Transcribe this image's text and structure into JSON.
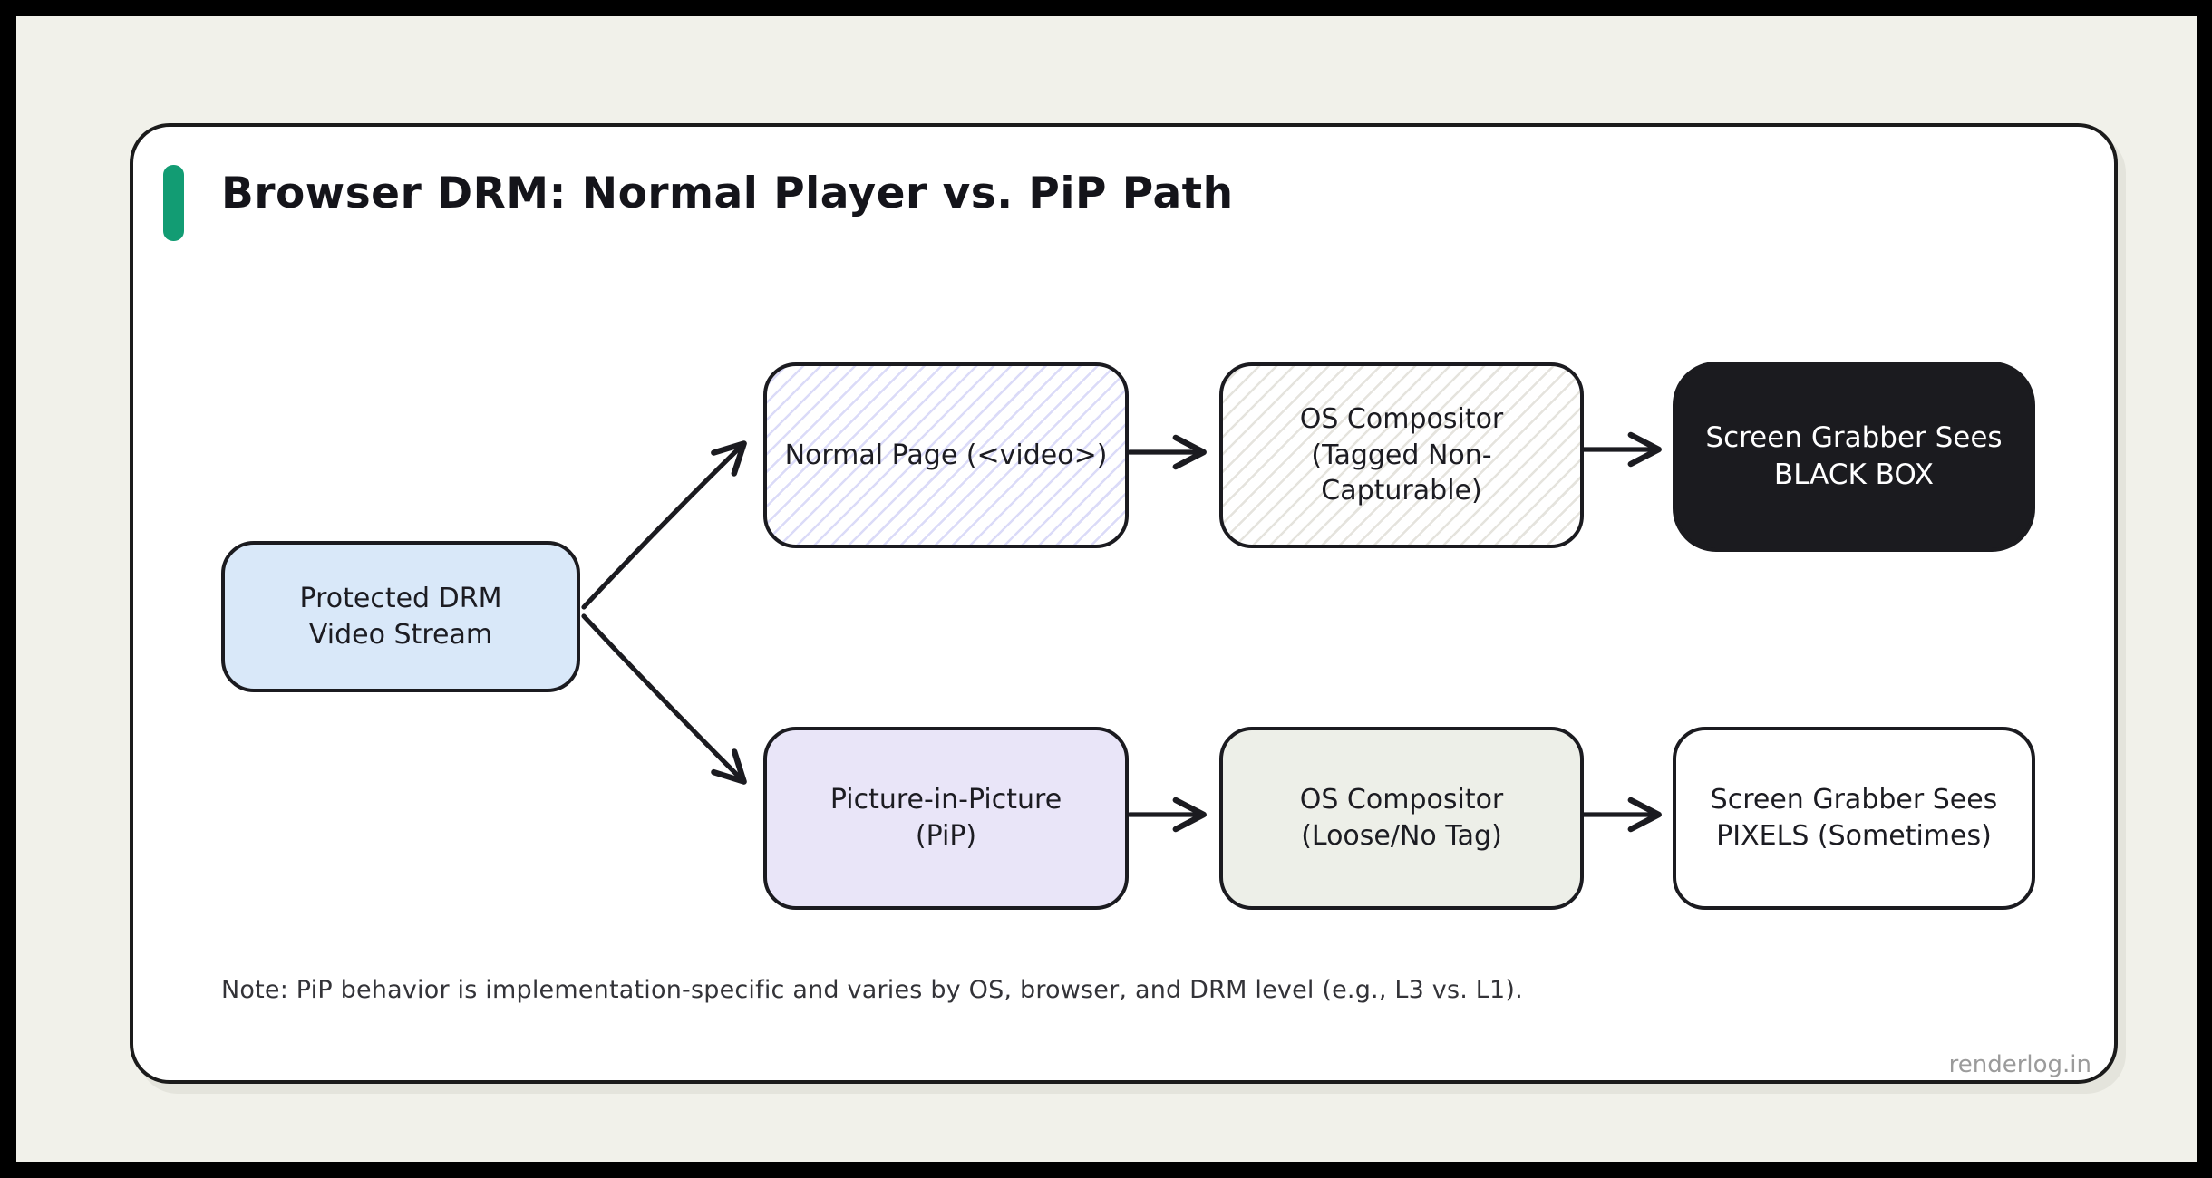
{
  "page": {
    "title": "Browser DRM: Normal Player vs. PiP Path",
    "note": "Note: PiP behavior is implementation-specific and varies by OS, browser, and DRM level (e.g., L3 vs. L1).",
    "watermark": "renderlog.in"
  },
  "diagram": {
    "nodes": [
      {
        "id": "source",
        "label": "Protected DRM\nVideo Stream",
        "fill": "#d9e8f9",
        "style": "solid"
      },
      {
        "id": "normal-page",
        "label": "Normal Page (<video>)",
        "fill": "#ffffff",
        "hatch": "#bdbdf3",
        "style": "hatched"
      },
      {
        "id": "compositor-tagged",
        "label": "OS Compositor\n(Tagged Non-\nCapturable)",
        "fill": "#ffffff",
        "hatch": "#cbc8bc",
        "style": "hatched"
      },
      {
        "id": "grabber-black",
        "label": "Screen Grabber Sees\nBLACK BOX",
        "fill": "#1b1b1f",
        "text_color": "#ffffff",
        "style": "solid"
      },
      {
        "id": "pip",
        "label": "Picture-in-Picture\n(PiP)",
        "fill": "#e9e5f8",
        "style": "solid"
      },
      {
        "id": "compositor-loose",
        "label": "OS Compositor\n(Loose/No Tag)",
        "fill": "#edefe8",
        "style": "solid"
      },
      {
        "id": "grabber-pixels",
        "label": "Screen Grabber Sees\nPIXELS (Sometimes)",
        "fill": "#ffffff",
        "style": "solid"
      }
    ],
    "edges": [
      {
        "from": "source",
        "to": "normal-page"
      },
      {
        "from": "source",
        "to": "pip"
      },
      {
        "from": "normal-page",
        "to": "compositor-tagged"
      },
      {
        "from": "compositor-tagged",
        "to": "grabber-black"
      },
      {
        "from": "pip",
        "to": "compositor-loose"
      },
      {
        "from": "compositor-loose",
        "to": "grabber-pixels"
      }
    ]
  },
  "colors": {
    "outer_frame": "#000000",
    "page_background": "#f1f1ea",
    "card_background": "#ffffff",
    "card_border": "#1b1b1b",
    "accent_green": "#129c73",
    "ink": "#1b1b20",
    "note_text": "#333338",
    "watermark_text": "#9b9b9b"
  }
}
